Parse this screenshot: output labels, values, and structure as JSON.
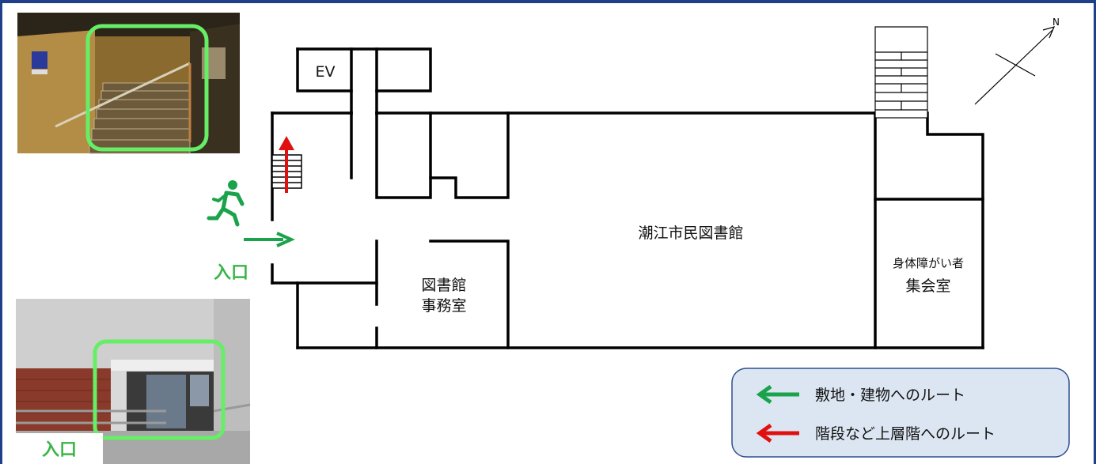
{
  "floor_plan": {
    "rooms": {
      "elevator": "EV",
      "library": "潮江市民図書館",
      "office_line1": "図書館",
      "office_line2": "事務室",
      "meeting_line1": "身体障がい者",
      "meeting_line2": "集会室"
    },
    "compass_label": "N",
    "entrance_label": "入口"
  },
  "photos": {
    "entrance_photo_label": "入口"
  },
  "legend": {
    "items": [
      {
        "label": "敷地・建物へのルート",
        "color": "#1aa34a"
      },
      {
        "label": "階段など上層階へのルート",
        "color": "#e01010"
      }
    ]
  },
  "colors": {
    "frame": "#1f3f8a",
    "walls": "#000000",
    "route_green": "#1aa34a",
    "route_red": "#e01010",
    "highlight_green": "#66ee66",
    "legend_bg": "#dce6f2",
    "legend_border": "#2f4f8f"
  }
}
